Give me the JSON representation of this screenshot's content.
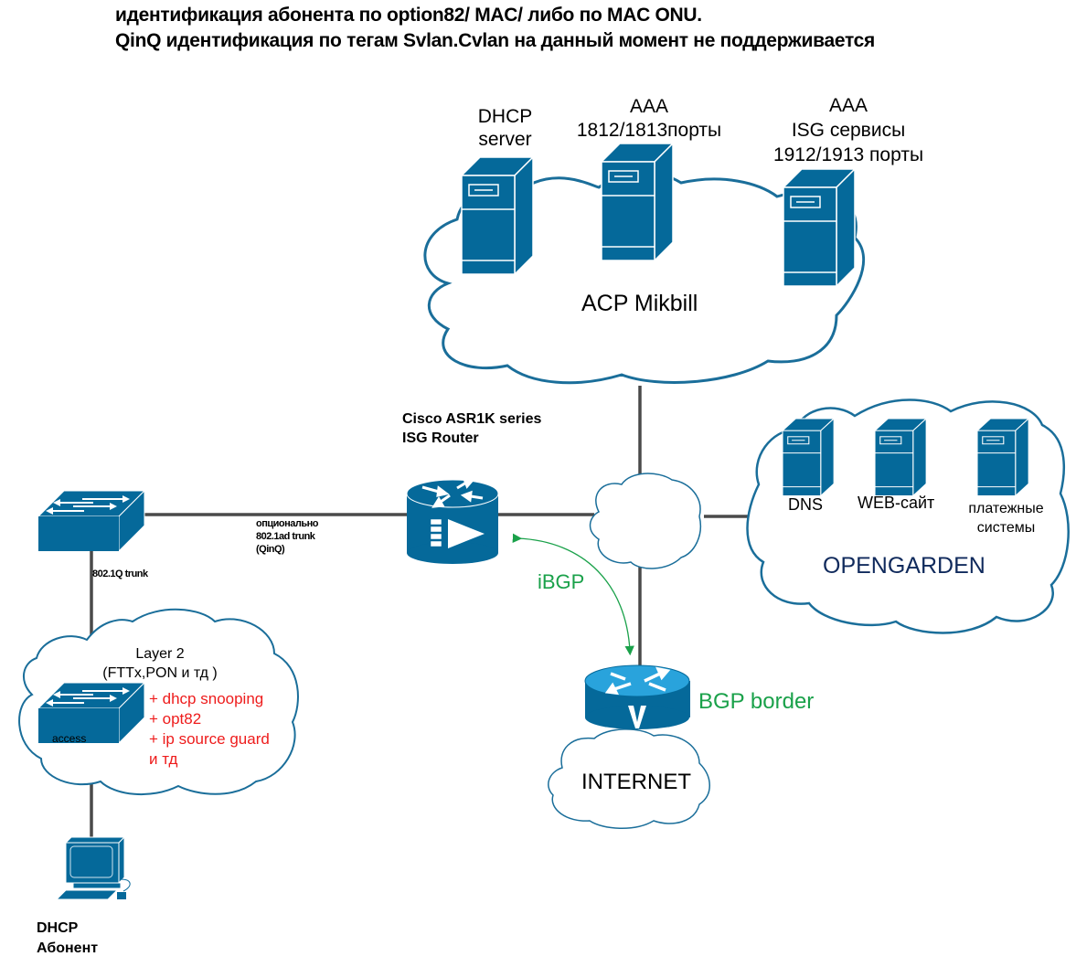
{
  "header": {
    "line1": "идентификация абонента по option82/ MAC/ либо по MAC ONU.",
    "line2": "QinQ идентификация по тегам Svlan.Cvlan на данный момент не поддерживается"
  },
  "colors": {
    "device_fill": "#05699a",
    "device_stroke": "#ffffff",
    "cloud_stroke": "#1a6e9a",
    "link_line": "#4a4a4a",
    "ibgp_arrow": "#1aa14a",
    "feature_text": "#ee1c1c",
    "opengarden_text": "#102a5c"
  },
  "acp_cloud": {
    "label": "ACP Mikbill",
    "servers": [
      {
        "id": "dhcp",
        "lines": [
          "DHCP",
          "server"
        ]
      },
      {
        "id": "aaa1",
        "lines": [
          "AAA",
          "1812/1813порты"
        ]
      },
      {
        "id": "aaa2",
        "lines": [
          "AAA",
          "ISG сервисы",
          "1912/1913 порты"
        ]
      }
    ]
  },
  "isg_router": {
    "lines": [
      "Cisco ASR1K series",
      "ISG Router"
    ],
    "icon": "router-isg-icon"
  },
  "opengarden": {
    "label": "OPENGARDEN",
    "servers": [
      {
        "id": "dns",
        "lines": [
          "DNS"
        ]
      },
      {
        "id": "web",
        "lines": [
          "WEB-сайт"
        ]
      },
      {
        "id": "pay",
        "lines": [
          "платежные",
          "системы"
        ]
      }
    ]
  },
  "links": {
    "qinq": [
      "опционально",
      "802.1ad trunk",
      "(QinQ)"
    ],
    "dot1q": "802.1Q trunk",
    "ibgp": "iBGP"
  },
  "bgp_border": {
    "label": "BGP border"
  },
  "internet": {
    "label": "INTERNET"
  },
  "layer2": {
    "lines": [
      "Layer 2",
      "(FTTx,PON и тд )"
    ],
    "switch_label": "access",
    "features": [
      "+ dhcp snooping",
      "+ opt82",
      "+ ip source guard",
      "и тд"
    ]
  },
  "subscriber": {
    "lines": [
      "DHCP",
      "Абонент"
    ]
  }
}
